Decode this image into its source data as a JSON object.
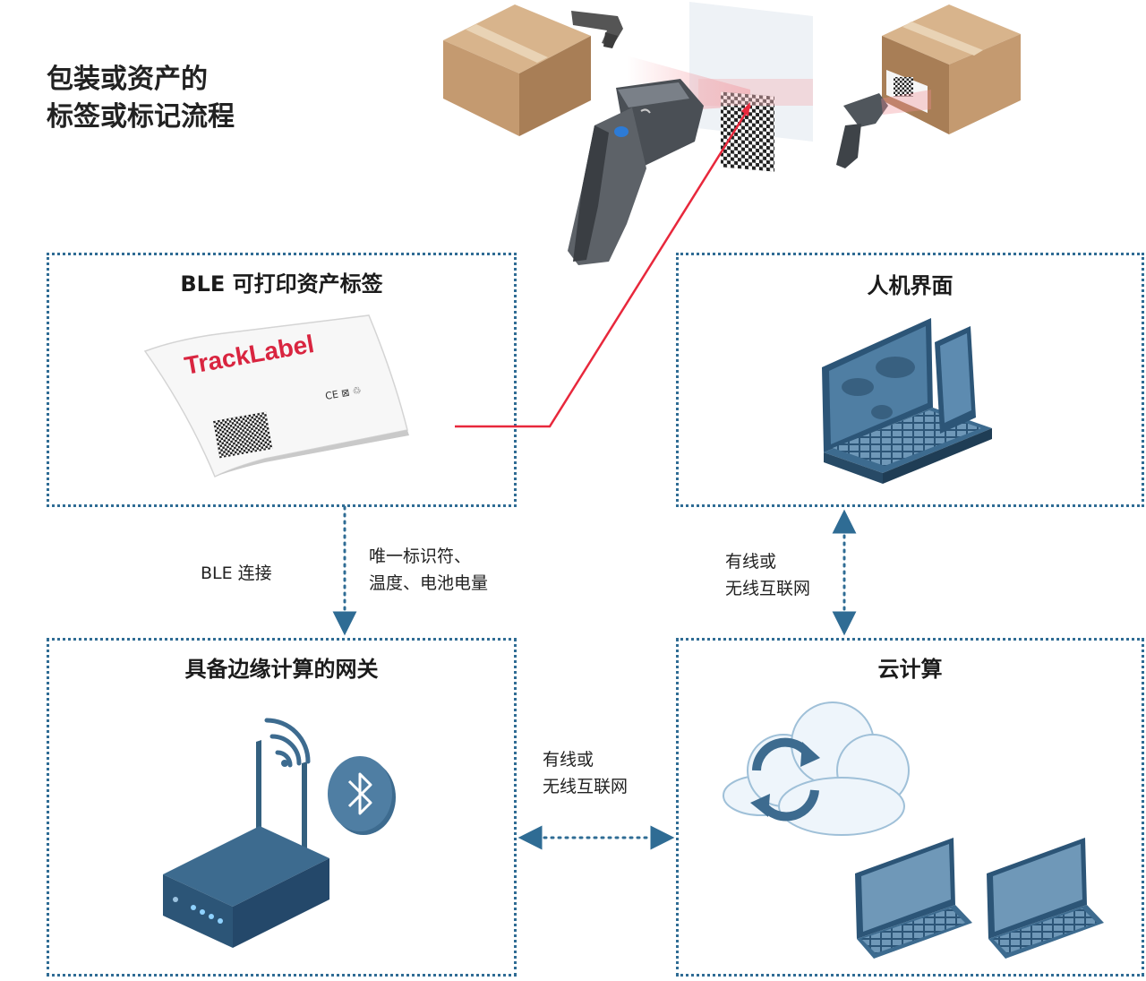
{
  "title": {
    "line1": "包装或资产的",
    "line2": "标签或标记流程"
  },
  "boxes": {
    "ble_label": {
      "title": "BLE 可打印资产标签",
      "label_brand": "TrackLabel",
      "label_mark": "CE ⊠ ♲"
    },
    "hmi": {
      "title": "人机界面"
    },
    "gateway": {
      "title": "具备边缘计算的网关"
    },
    "cloud": {
      "title": "云计算"
    }
  },
  "connections": {
    "ble_connection": "BLE 连接",
    "data_line1": "唯一标识符、",
    "data_line2": "温度、电池电量",
    "hmi_cloud_line1": "有线或",
    "hmi_cloud_line2": "无线互联网",
    "gateway_cloud_line1": "有线或",
    "gateway_cloud_line2": "无线互联网"
  },
  "colors": {
    "box_border": "#2f6c94",
    "scan_line": "#e8283c",
    "device_blue": "#3d6b8f",
    "box_brown": "#c8a17a"
  },
  "icons": [
    "cardboard-box",
    "barcode-scanner",
    "qr-code",
    "label-sticker",
    "laptop",
    "tablet",
    "router",
    "wifi",
    "bluetooth",
    "cloud-sync"
  ]
}
